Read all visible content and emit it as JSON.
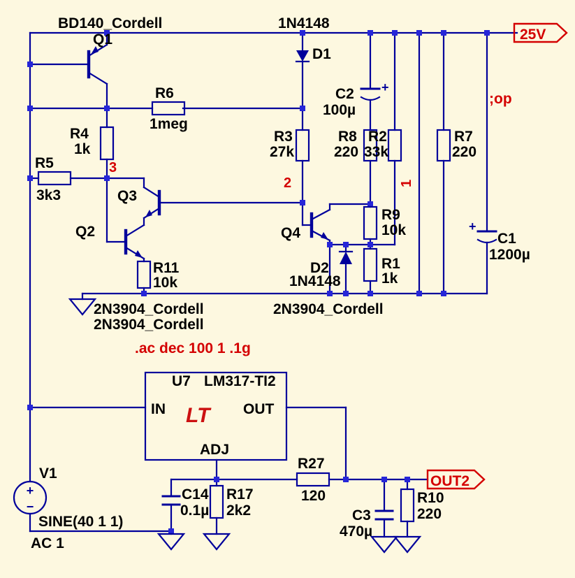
{
  "colors": {
    "background": "#FDF8E0",
    "wire": "#00009B",
    "junction": "#2626D8",
    "label_text": "#000000",
    "directive_red": "#D40000",
    "logo_red": "#CC1111"
  },
  "parts": {
    "q1": {
      "ref": "Q1",
      "model": "BD140_Cordell"
    },
    "q2": {
      "ref": "Q2",
      "model": "2N3904_Cordell"
    },
    "q3": {
      "ref": "Q3",
      "model": "2N3904_Cordell"
    },
    "q4": {
      "ref": "Q4",
      "model": "2N3904_Cordell"
    },
    "d1": {
      "ref": "D1",
      "model": "1N4148"
    },
    "d2": {
      "ref": "D2",
      "model": "1N4148"
    },
    "r1": {
      "ref": "R1",
      "value": "1k"
    },
    "r2": {
      "ref": "R2",
      "value": "33k"
    },
    "r3": {
      "ref": "R3",
      "value": "27k"
    },
    "r4": {
      "ref": "R4",
      "value": "1k"
    },
    "r5": {
      "ref": "R5",
      "value": "3k3"
    },
    "r6": {
      "ref": "R6",
      "value": "1meg"
    },
    "r7": {
      "ref": "R7",
      "value": "220"
    },
    "r8": {
      "ref": "R8",
      "value": "220"
    },
    "r9": {
      "ref": "R9",
      "value": "10k"
    },
    "r10": {
      "ref": "R10",
      "value": "220"
    },
    "r11": {
      "ref": "R11",
      "value": "10k"
    },
    "r17": {
      "ref": "R17",
      "value": "2k2"
    },
    "r27": {
      "ref": "R27",
      "value": "120"
    },
    "c1": {
      "ref": "C1",
      "value": "1200µ"
    },
    "c2": {
      "ref": "C2",
      "value": "100µ"
    },
    "c3": {
      "ref": "C3",
      "value": "470µ"
    },
    "c14": {
      "ref": "C14",
      "value": "0.1µ"
    },
    "u7": {
      "ref": "U7",
      "model": "LM317-TI2",
      "pin_in": "IN",
      "pin_out": "OUT",
      "pin_adj": "ADJ",
      "logo": "LT"
    },
    "v1": {
      "ref": "V1",
      "value": "SINE(40 1 1)",
      "ac": "AC 1"
    }
  },
  "flags": {
    "rail": "25V",
    "output": "OUT2"
  },
  "directives": {
    "op": ";op",
    "ac": ".ac dec 100 1 .1g"
  },
  "nodes": {
    "n1": "1",
    "n2": "2",
    "n3": "3"
  },
  "marks": {
    "plus": "+",
    "minus": "−"
  }
}
